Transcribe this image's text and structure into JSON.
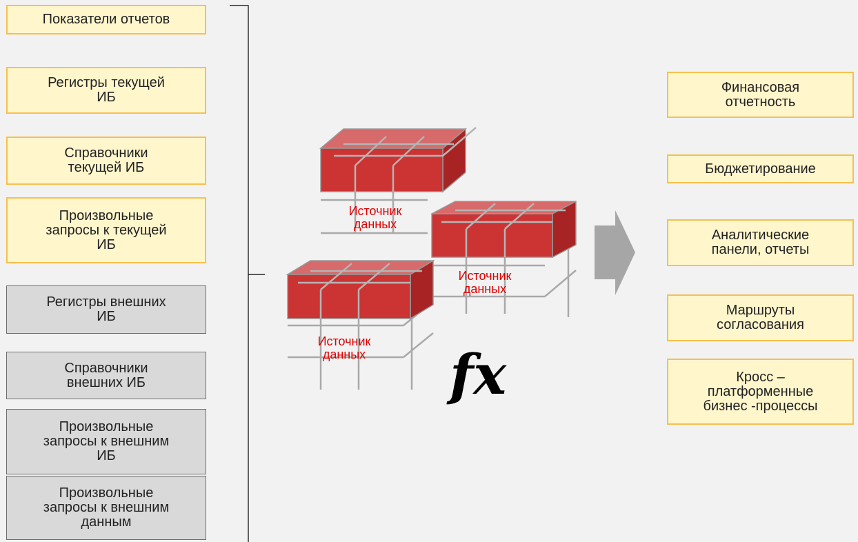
{
  "left_sources": [
    {
      "label": "Показатели отчетов",
      "style": "yellow"
    },
    {
      "label": "Регистры текущей\nИБ",
      "style": "yellow"
    },
    {
      "label": "Справочники\nтекущей ИБ",
      "style": "yellow"
    },
    {
      "label": "Произвольные\nзапросы к текущей\nИБ",
      "style": "yellow"
    },
    {
      "label": "Регистры внешних\nИБ",
      "style": "gray"
    },
    {
      "label": "Справочники\nвнешних ИБ",
      "style": "gray"
    },
    {
      "label": "Произвольные\nзапросы к внешним\nИБ",
      "style": "gray"
    },
    {
      "label": "Произвольные\nзапросы к внешним\nданным",
      "style": "gray"
    }
  ],
  "data_sources": [
    {
      "label": "Источник\nданных"
    },
    {
      "label": "Источник\nданных"
    },
    {
      "label": "Источник\nданных"
    }
  ],
  "formula_symbol": "fx",
  "outputs": [
    {
      "label": "Финансовая\nотчетность"
    },
    {
      "label": "Бюджетирование"
    },
    {
      "label": "Аналитические\nпанели, отчеты"
    },
    {
      "label": "Маршруты\nсогласования"
    },
    {
      "label": "Кросс –\nплатформенные\nбизнес -процессы"
    }
  ],
  "colors": {
    "yellow_fill": "#fff6cc",
    "yellow_border": "#f6c04e",
    "gray_fill": "#d9d9d9",
    "cube_red": "#cc3333",
    "label_red": "#e00000",
    "arrow_gray": "#a6a6a6"
  }
}
